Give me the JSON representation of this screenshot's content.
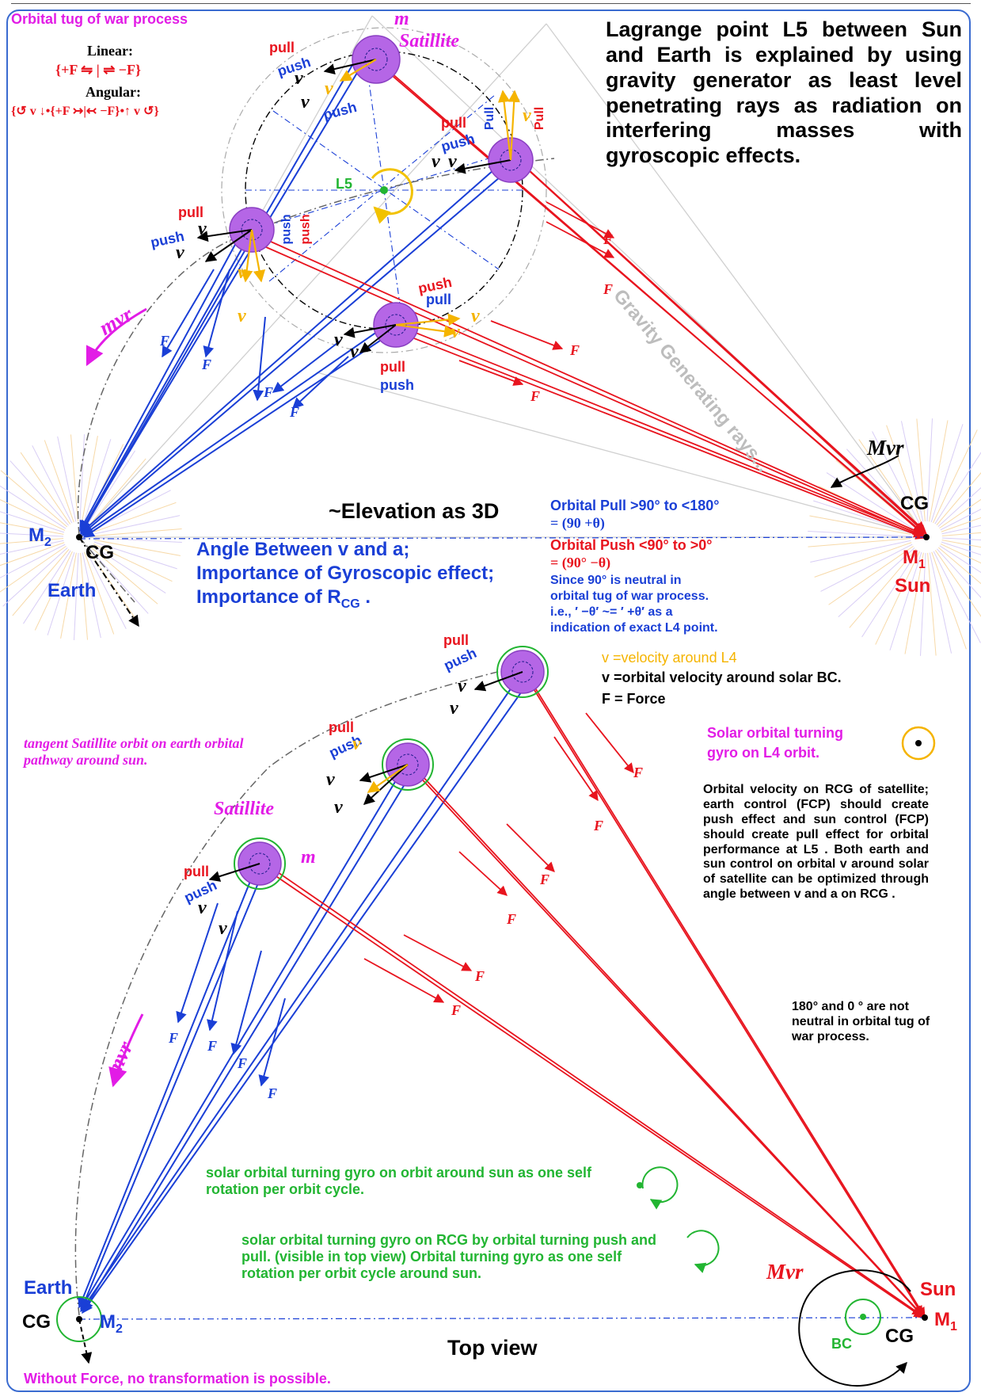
{
  "colors": {
    "blue": "#1a3fd6",
    "red": "#e8141e",
    "magenta": "#e21ce6",
    "green": "#22b532",
    "orange": "#f5b400",
    "purple": "#b566e6",
    "gray": "#bdbdbd"
  },
  "titles": {
    "main": "Lagrange point L5 between Sun and Earth is explained by using gravity generator as least level penetrating rays as radiation on interfering masses with gyroscopic effects.",
    "tug": "Orbital tug of war process",
    "linear_label": "Linear:",
    "linear_formula": "{+F ⇋ | ⇌ −F}",
    "angular_label": "Angular:",
    "angular_formula": "{↺ v ↓•{+F ↣|↢ −F}•↑ v ↺}",
    "elevation": "~Elevation as 3D",
    "top_view": "Top view"
  },
  "labels": {
    "m": "m",
    "satellite": "Satillite",
    "pull": "pull",
    "push": "push",
    "pull_cap": "Pull",
    "push_cap": "push",
    "v": "v",
    "F": "F",
    "L5": "L5",
    "mvr": "mvr",
    "Mvr": "Mvr",
    "CG": "CG",
    "M2": "M",
    "M1": "M",
    "sub2": "2",
    "sub1": "1",
    "earth": "Earth",
    "sun": "Sun",
    "BC": "BC",
    "gravity_rays": "Gravity Generating rays..."
  },
  "notes": {
    "angle_line1": "Angle Between v and a;",
    "angle_line2": "Importance of Gyroscopic effect;",
    "angle_line3": "Importance of R",
    "angle_sub": "CG",
    "pull_range": "Orbital Pull >90° to <180°",
    "pull_formula": "= (90 +θ)",
    "push_range": "Orbital Push <90° to >0°",
    "push_formula": "= (90° −θ)",
    "neutral1": "Since 90° is neutral in",
    "neutral2": "orbital tug of war process.",
    "neutral3": "i.e., ′ −θ′ ~= ′ +θ′ as a",
    "neutral4": "indication of exact L4 point.",
    "v_l4": "v =velocity around L4",
    "v_orbital": "v =orbital velocity around solar BC.",
    "f_force": "F = Force",
    "gyro_l4_1": "Solar orbital turning",
    "gyro_l4_2": "gyro on L4 orbit.",
    "tangent": "tangent Satillite orbit on earth orbital pathway around sun.",
    "orbital_velocity": "Orbital velocity on RCG of satellite; earth control (FCP) should create push effect and sun control (FCP) should create pull effect for orbital performance at L5 . Both earth and sun control on orbital v around solar of satellite can be optimized through angle between v and a on RCG .",
    "neutral_180": "180° and 0 ° are not neutral in orbital tug of war process.",
    "gyro_orbit": "solar orbital turning gyro on orbit around sun as one self rotation per orbit cycle.",
    "gyro_rcg": "solar orbital turning gyro on RCG by orbital turning push and pull.  (visible in top view) Orbital turning gyro as one self rotation per orbit cycle around sun.",
    "without_force": "Without Force, no transformation is possible."
  }
}
